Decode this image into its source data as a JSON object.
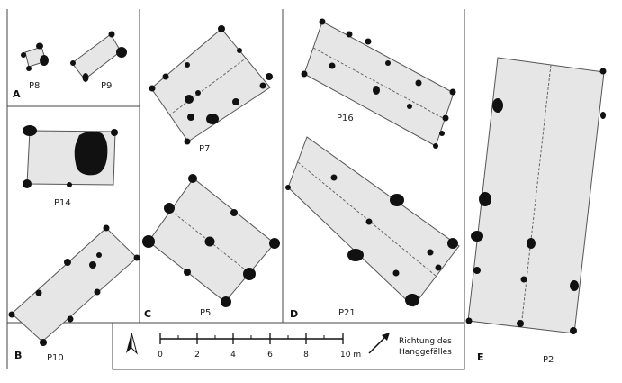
{
  "sections": {
    "a": "A",
    "b": "B",
    "c": "C",
    "d": "D",
    "e": "E"
  },
  "plans": {
    "p8": "P8",
    "p9": "P9",
    "p14": "P14",
    "p10": "P10",
    "p7": "P7",
    "p5": "P5",
    "p16": "P16",
    "p21": "P21",
    "p2": "P2"
  },
  "scale": {
    "ticks": [
      "0",
      "2",
      "4",
      "6",
      "8"
    ],
    "end_label": "10 m"
  },
  "slope_direction": {
    "line1": "Richtung des",
    "line2": "Hanggefälles"
  }
}
